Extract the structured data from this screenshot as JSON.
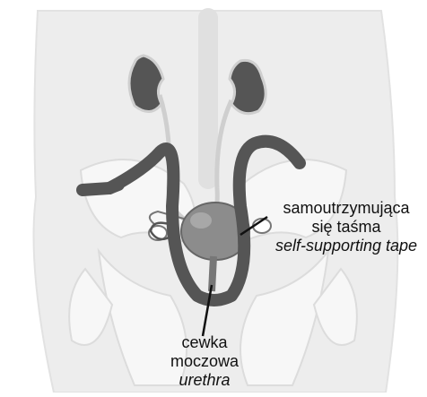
{
  "labels": {
    "tape": {
      "line1": "samoutrzymująca",
      "line2": "się taśma",
      "english": "self-supporting tape"
    },
    "urethra": {
      "line1": "cewka",
      "line2": "moczowa",
      "english": "urethra"
    }
  },
  "colors": {
    "body_silhouette": "#ededed",
    "pelvic_bone": "#f7f7f7",
    "kidney": "#555555",
    "bladder": "#8c8c8c",
    "tape": "#555555",
    "ureter": "#cfcfcf"
  }
}
